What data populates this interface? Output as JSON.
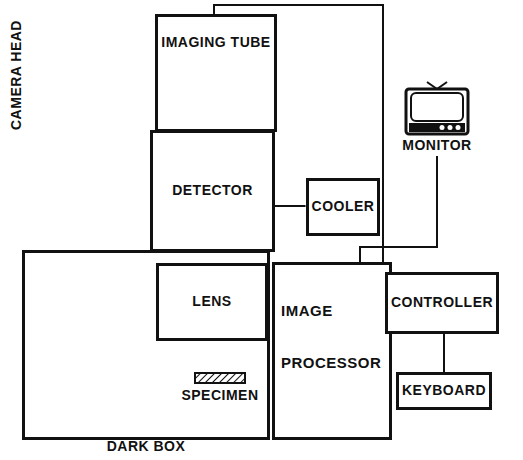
{
  "diagram": {
    "nodes": [
      {
        "text": [
          "IMAGING TUBE"
        ]
      },
      {
        "text": [
          "DETECTOR"
        ]
      },
      {
        "text": [
          "COOLER"
        ]
      },
      {
        "text": [
          "DARK BOX"
        ]
      },
      {
        "text": [
          "LENS"
        ],
        "in": 3
      },
      {
        "text": [
          "SPECIMEN"
        ],
        "in": 3
      },
      {
        "text": [
          "IMAGE PROCESSOR"
        ]
      },
      {
        "text": [
          "CONTROLLER"
        ]
      },
      {
        "text": [
          "KEYBOARD"
        ]
      },
      {
        "text": [
          "MONITOR"
        ]
      }
    ],
    "edges": [
      {
        "from": 0,
        "to": 6,
        "arrow": "none"
      },
      {
        "from": 1,
        "to": 2,
        "arrow": "none"
      },
      {
        "from": 9,
        "to": 6,
        "arrow": "none"
      },
      {
        "from": 6,
        "to": 7,
        "arrow": "none"
      },
      {
        "from": 7,
        "to": 8,
        "arrow": "none"
      },
      {
        "from": 5,
        "to": 4,
        "arrow": "to"
      }
    ],
    "labels": [
      "CAMERA HEAD"
    ]
  }
}
